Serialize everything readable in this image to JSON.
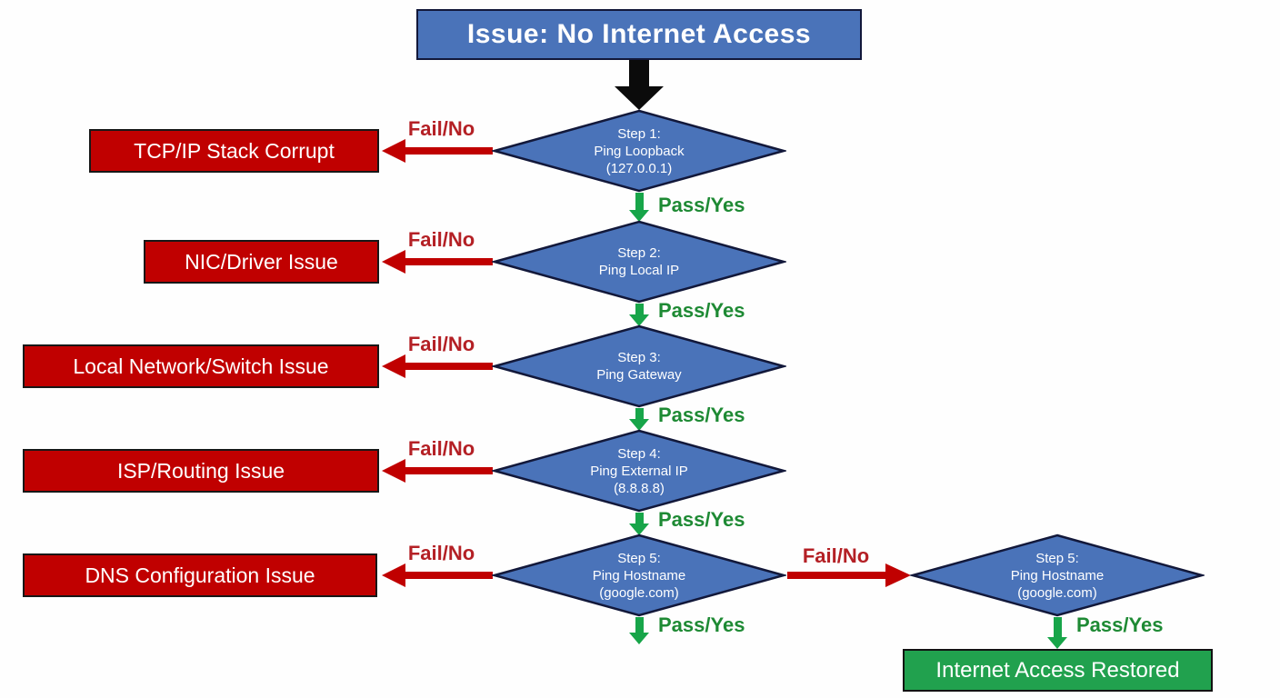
{
  "title": "Issue: No Internet Access",
  "labels": {
    "fail": "Fail/No",
    "pass": "Pass/Yes"
  },
  "success": "Internet Access Restored",
  "steps": [
    {
      "line1": "Step 1:",
      "line2": "Ping Loopback",
      "line3": "(127.0.0.1)",
      "fail_cause": "TCP/IP Stack Corrupt"
    },
    {
      "line1": "Step 2:",
      "line2": "Ping Local IP",
      "line3": "",
      "fail_cause": "NIC/Driver Issue"
    },
    {
      "line1": "Step 3:",
      "line2": "Ping Gateway",
      "line3": "",
      "fail_cause": "Local Network/Switch Issue"
    },
    {
      "line1": "Step 4:",
      "line2": "Ping External IP",
      "line3": "(8.8.8.8)",
      "fail_cause": "ISP/Routing Issue"
    },
    {
      "line1": "Step 5:",
      "line2": "Ping Hostname",
      "line3": "(google.com)",
      "fail_cause": "DNS Configuration Issue"
    }
  ],
  "retry_step": {
    "line1": "Step 5:",
    "line2": "Ping Hostname",
    "line3": "(google.com)"
  },
  "colors": {
    "node_blue": "#4a73b9",
    "node_border": "#12183a",
    "fail_red": "#c00000",
    "label_red": "#b42025",
    "pass_green": "#17a549",
    "label_green": "#1e8a34",
    "success_green": "#21a14e",
    "arrow_black": "#0b0b0b"
  }
}
